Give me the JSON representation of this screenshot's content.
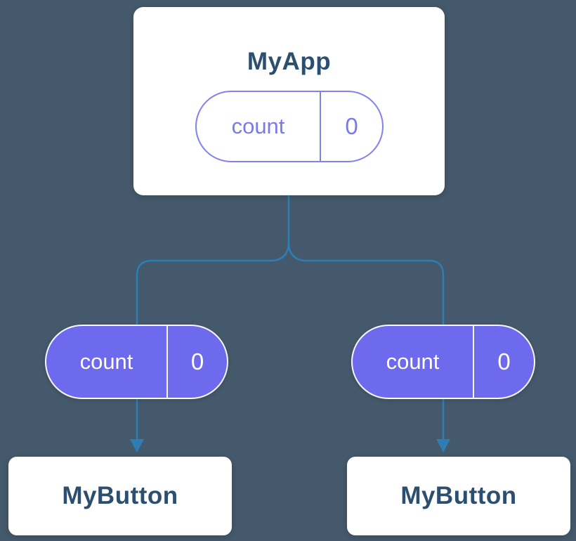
{
  "diagram": {
    "root": {
      "title": "MyApp",
      "state": {
        "name": "count",
        "value": "0"
      }
    },
    "children": [
      {
        "title": "MyButton",
        "state": {
          "name": "count",
          "value": "0"
        }
      },
      {
        "title": "MyButton",
        "state": {
          "name": "count",
          "value": "0"
        }
      }
    ],
    "colors": {
      "background": "#44596b",
      "card_background": "#ffffff",
      "card_text": "#2d4f6f",
      "state_fill_purple": "#6d6aee",
      "state_outline_purple": "#8280f2",
      "connector_blue": "#2e7eb5"
    }
  }
}
